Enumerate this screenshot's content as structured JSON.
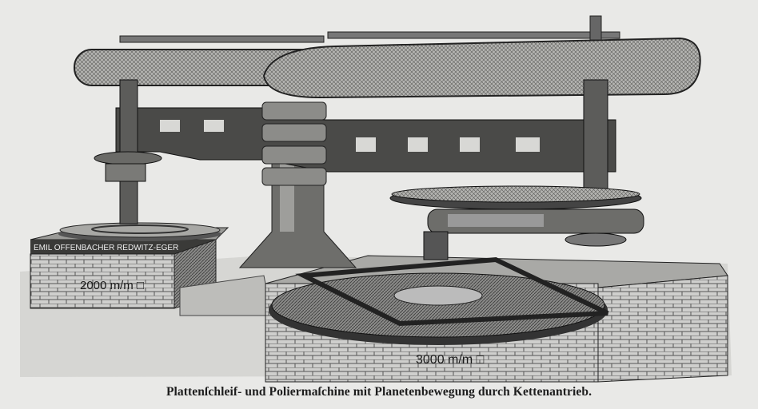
{
  "caption": "Plattenſchleif- und Poliermaſchine mit Planetenbewegung durch Kettenantrieb.",
  "labels": {
    "maker": "EMIL OFFENBACHER REDWITZ-EGER",
    "left_size": "2000 m/m □",
    "right_size": "3000 m/m □"
  }
}
